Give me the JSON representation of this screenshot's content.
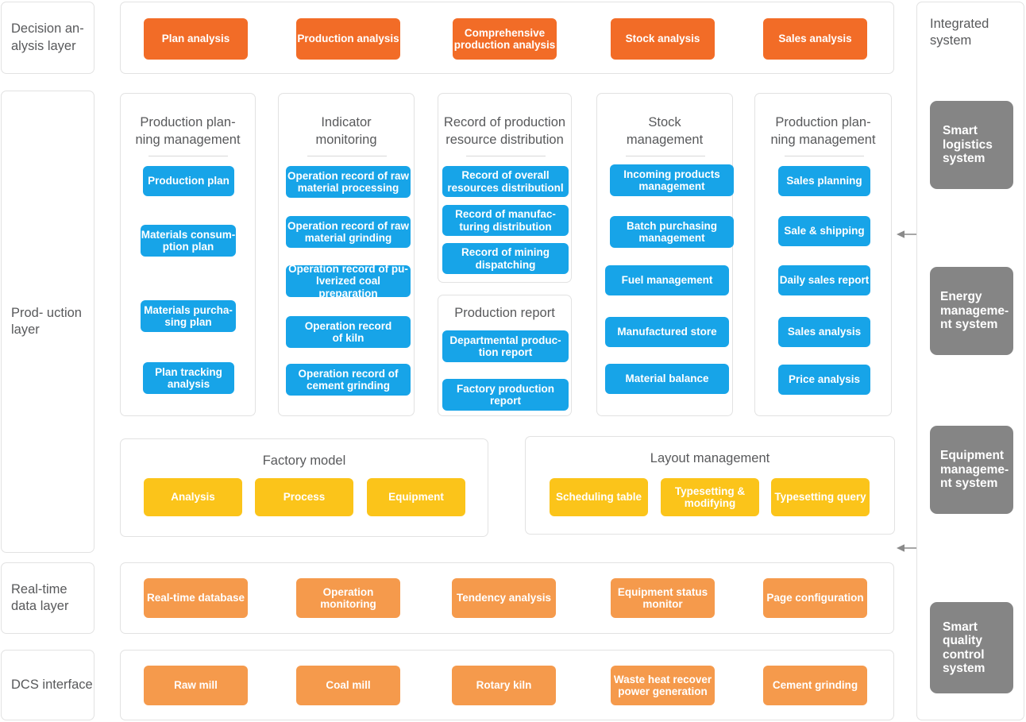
{
  "layers": [
    {
      "id": "decision",
      "label": "Decision an-\nalysis  layer"
    },
    {
      "id": "production",
      "label": "Prod-\nuction\nlayer"
    },
    {
      "id": "realtime",
      "label": "Real-time\ndata layer"
    },
    {
      "id": "dcs",
      "label": "DCS\ninterface"
    }
  ],
  "decision_layer": {
    "items": [
      {
        "label": "Plan analysis"
      },
      {
        "label": "Production analysis"
      },
      {
        "label": "Comprehensive\nproduction analysis"
      },
      {
        "label": "Stock analysis"
      },
      {
        "label": "Sales analysis"
      }
    ]
  },
  "production_layer": {
    "cards": [
      {
        "title": "Production plan-\nning management",
        "items": [
          {
            "label": "Production plan"
          },
          {
            "label": "Materials consum-\nption plan"
          },
          {
            "label": "Materials purcha-\nsing plan"
          },
          {
            "label": "Plan tracking\nanalysis"
          }
        ]
      },
      {
        "title": "Indicator\nmonitoring",
        "items": [
          {
            "label": "Operation record of raw\nmaterial processing"
          },
          {
            "label": "Operation record of raw\nmaterial grinding"
          },
          {
            "label": "Operation record of pu-\nlverized coal preparation"
          },
          {
            "label": "Operation record\nof kiln"
          },
          {
            "label": "Operation record of\ncement grinding"
          }
        ]
      },
      {
        "title": "Record of production\nresource distribution",
        "items": [
          {
            "label": "Record of overall\nresources distributionl"
          },
          {
            "label": "Record of manufac-\nturing distribution"
          },
          {
            "label": "Record of mining\ndispatching"
          }
        ]
      },
      {
        "title": "Stock\nmanagement",
        "items": [
          {
            "label": "Incoming products\nmanagement"
          },
          {
            "label": "Batch purchasing\nmanagement"
          },
          {
            "label": "Fuel management"
          },
          {
            "label": "Manufactured store"
          },
          {
            "label": "Material balance"
          }
        ]
      },
      {
        "title": "Production plan-\nning management",
        "items": [
          {
            "label": "Sales planning"
          },
          {
            "label": "Sale & shipping"
          },
          {
            "label": "Daily sales report"
          },
          {
            "label": "Sales analysis"
          },
          {
            "label": "Price analysis"
          }
        ]
      }
    ],
    "report_card": {
      "title": "Production report",
      "items": [
        {
          "label": "Departmental produc-\ntion report"
        },
        {
          "label": "Factory production\nreport"
        }
      ]
    },
    "model_groups": [
      {
        "title": "Factory model",
        "items": [
          {
            "label": "Analysis"
          },
          {
            "label": "Process"
          },
          {
            "label": "Equipment"
          }
        ]
      },
      {
        "title": "Layout management",
        "items": [
          {
            "label": "Scheduling table"
          },
          {
            "label": "Typesetting &\nmodifying"
          },
          {
            "label": "Typesetting query"
          }
        ]
      }
    ]
  },
  "realtime_layer": {
    "items": [
      {
        "label": "Real-time database"
      },
      {
        "label": "Operation monitoring"
      },
      {
        "label": "Tendency analysis"
      },
      {
        "label": "Equipment status\nmonitor"
      },
      {
        "label": "Page configuration"
      }
    ]
  },
  "dcs_layer": {
    "items": [
      {
        "label": "Raw mill"
      },
      {
        "label": "Coal mill"
      },
      {
        "label": "Rotary kiln"
      },
      {
        "label": "Waste heat recover\npower generation"
      },
      {
        "label": "Cement grinding"
      }
    ]
  },
  "integrated_system": {
    "title": "Integrated\nsystem",
    "items": [
      {
        "label": "Smart\nlogistics\nsystem"
      },
      {
        "label": "Energy\nmanageme-\nnt system"
      },
      {
        "label": "Equipment\nmanageme-\nnt system"
      },
      {
        "label": "Smart\nquality\ncontrol\nsystem"
      }
    ]
  },
  "colors": {
    "orange": "#f26c27",
    "blue": "#17a4e8",
    "yellow": "#fbc41a",
    "light_orange": "#f59a4c",
    "gray": "#858585",
    "text": "#58595b",
    "border": "#e2e2e2"
  }
}
